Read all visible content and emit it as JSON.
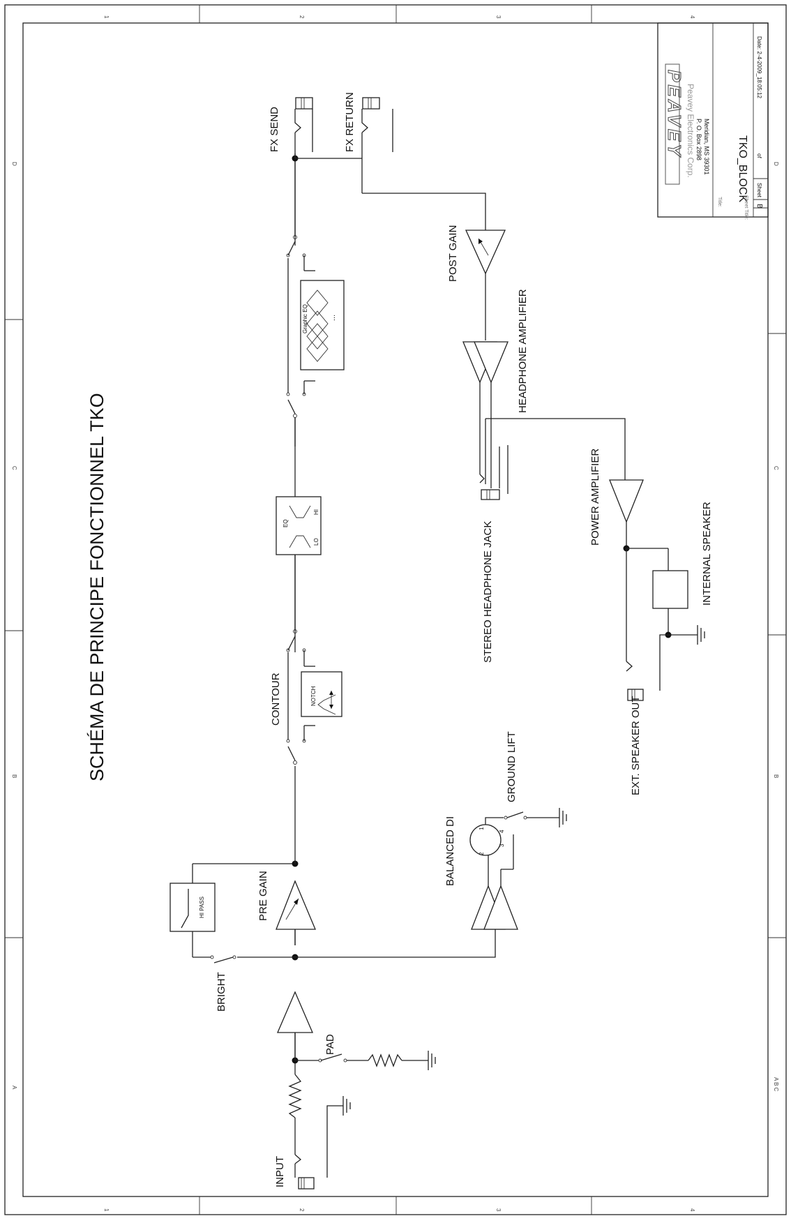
{
  "title": "SCHÉMA DE PRINCIPE FONCTIONNEL TKO",
  "labels": {
    "input": "INPUT",
    "pad": "PAD",
    "bright": "BRIGHT",
    "pre_gain": "PRE GAIN",
    "hi_pass": "HI PASS",
    "contour": "CONTOUR",
    "notch": "NOTCH",
    "eq": "EQ",
    "eq_lo": "LO",
    "eq_hi": "HI",
    "graphic_eq": "Graphic EQ",
    "graphic_dots": "...",
    "fx_send": "FX SEND",
    "fx_return": "FX RETURN",
    "post_gain": "POST GAIN",
    "headphone_amplifier": "HEADPHONE AMPLIFIER",
    "stereo_headphone_jack": "STEREO HEADPHONE JACK",
    "power_amplifier": "POWER AMPLIFIER",
    "internal_speaker": "INTERNAL SPEAKER",
    "ext_speaker_out": "EXT. SPEAKER OUT",
    "balanced_di": "BALANCED DI",
    "ground_lift": "GROUND LIFT",
    "xlr_pin1": "1",
    "xlr_pin2": "2",
    "xlr_pin3": "3",
    "xlr_pin4": "4"
  },
  "title_block": {
    "company": "Peavey Electronics Corp.",
    "address1": "P. O. Box 2898",
    "address2": "Meridian, MS 39301",
    "title_label": "Title:",
    "title": "TKO_BLOCK",
    "sheet_title_label": "Sheet Title:",
    "size": "B",
    "sheet_label": "Sheet",
    "of_label": "of",
    "date": "Date:  2-4-2009_18:05:12"
  },
  "border": {
    "zones_numbers": [
      "1",
      "2",
      "3",
      "4"
    ],
    "zones_letters_top": [
      "D",
      "C",
      "B",
      "A"
    ],
    "zones_letters_bottom": "A B C"
  },
  "logo_text": "PEAVEY"
}
